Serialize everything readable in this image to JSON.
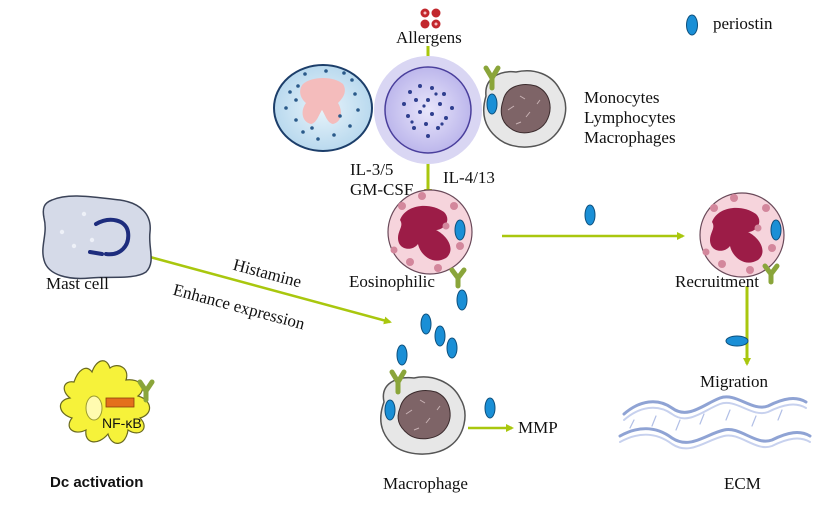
{
  "legend": {
    "periostin": "periostin"
  },
  "labels": {
    "allergens": "Allergens",
    "monocytes": "Monocytes",
    "lymphocytes": "Lymphocytes",
    "macrophages": "Macrophages",
    "il35": "IL-3/5",
    "gmcsf": "GM-CSF",
    "il413": "IL-4/13",
    "mast_cell": "Mast cell",
    "histamine": "Histamine",
    "enhance": "Enhance expression",
    "eosinophilic": "Eosinophilic",
    "recruitment": "Recruitment",
    "migration": "Migration",
    "nfkb": "NF-κB",
    "mmp": "MMP",
    "dc_activation": "Dc activation",
    "macrophage": "Macrophage",
    "ecm": "ECM"
  },
  "colors": {
    "arrow": "#a9c70e",
    "periostin": "#1a8fd6",
    "eosinophil_nucleus": "#9c1c47",
    "eosinophil_cyto": "#f6d4dc",
    "granule": "#2b5b88",
    "dc_cell": "#f6f23a",
    "nfkb_bar": "#e4701c",
    "receptor": "#8aa53a",
    "ecm": "#9fb0d6"
  }
}
